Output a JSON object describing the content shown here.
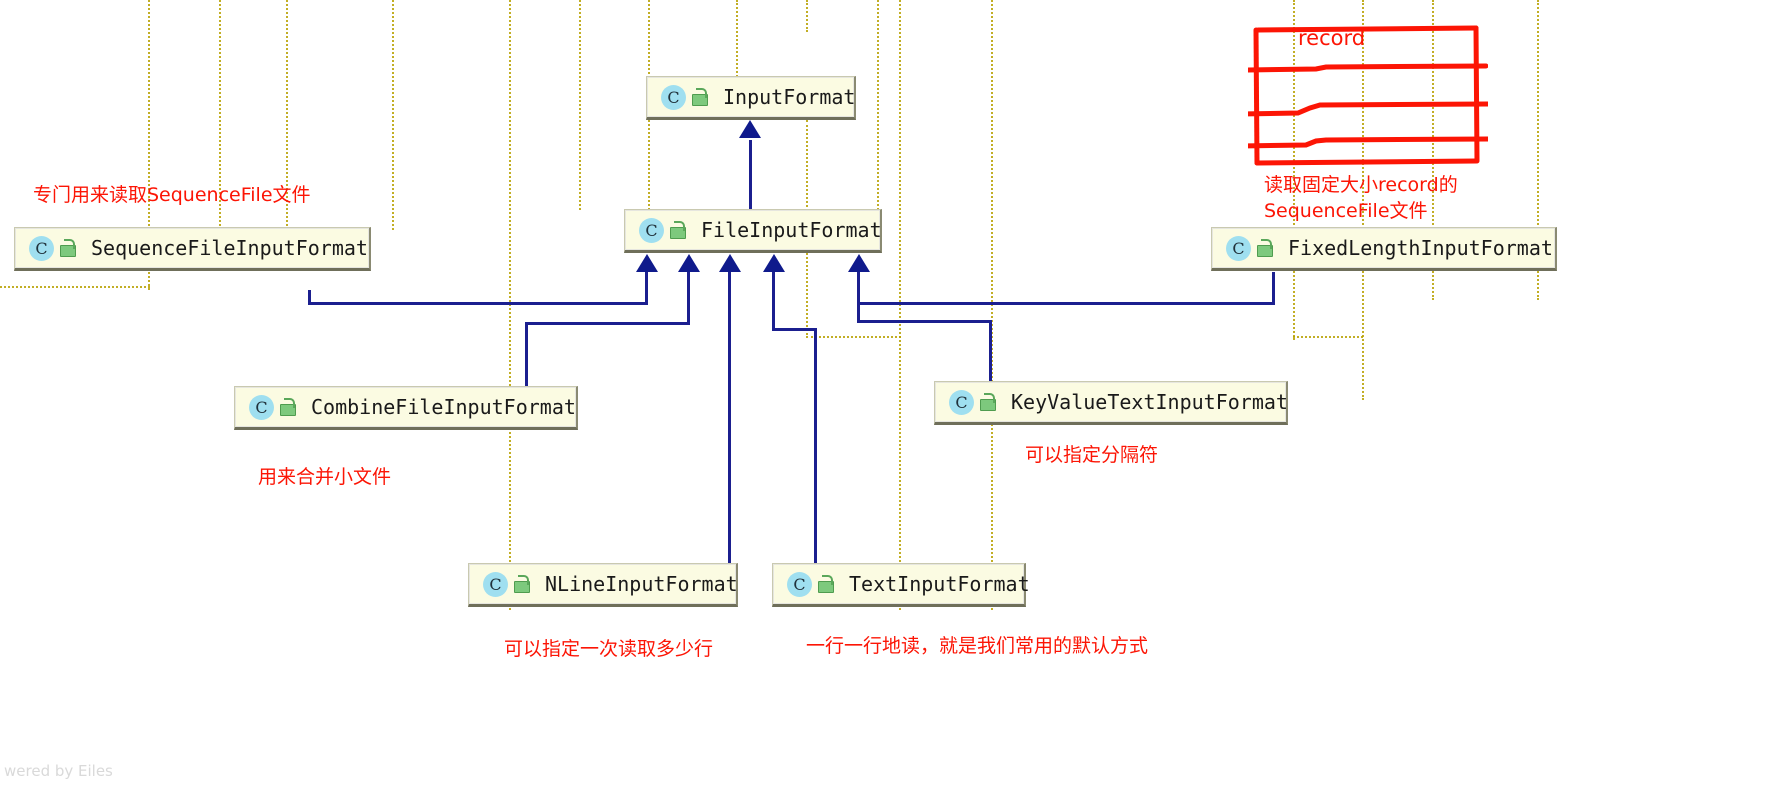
{
  "diagram": {
    "title": "Hadoop InputFormat class hierarchy",
    "type": "uml-class-diagram",
    "accent_connector_color": "#1b1f8f",
    "annotation_color": "#fc1505",
    "class_box_fill": "#fbfbe2"
  },
  "classes": [
    {
      "id": "input-format",
      "name": "InputFormat",
      "icon_class": "C",
      "icon_lock": "unlocked-icon"
    },
    {
      "id": "file-input-format",
      "name": "FileInputFormat",
      "icon_class": "C",
      "icon_lock": "unlocked-icon"
    },
    {
      "id": "sequence-file-input-format",
      "name": "SequenceFileInputFormat",
      "icon_class": "C",
      "icon_lock": "unlocked-icon"
    },
    {
      "id": "fixed-length-input-format",
      "name": "FixedLengthInputFormat",
      "icon_class": "C",
      "icon_lock": "unlocked-icon"
    },
    {
      "id": "combine-file-input-format",
      "name": "CombineFileInputFormat",
      "icon_class": "C",
      "icon_lock": "unlocked-icon"
    },
    {
      "id": "key-value-text-input-format",
      "name": "KeyValueTextInputFormat",
      "icon_class": "C",
      "icon_lock": "unlocked-icon"
    },
    {
      "id": "nline-input-format",
      "name": "NLineInputFormat",
      "icon_class": "C",
      "icon_lock": "unlocked-icon"
    },
    {
      "id": "text-input-format",
      "name": "TextInputFormat",
      "icon_class": "C",
      "icon_lock": "unlocked-icon"
    }
  ],
  "annotations": {
    "sequence_file": "专门用来读取SequenceFile文件",
    "fixed_length": "读取固定大小record的\nSequenceFile文件",
    "combine_file": "用来合并小文件",
    "key_value_text": "可以指定分隔符",
    "nline": "可以指定一次读取多少行",
    "text": "一行一行地读，就是我们常用的默认方式",
    "record_label": "record"
  },
  "watermark": "wered by Eiles"
}
